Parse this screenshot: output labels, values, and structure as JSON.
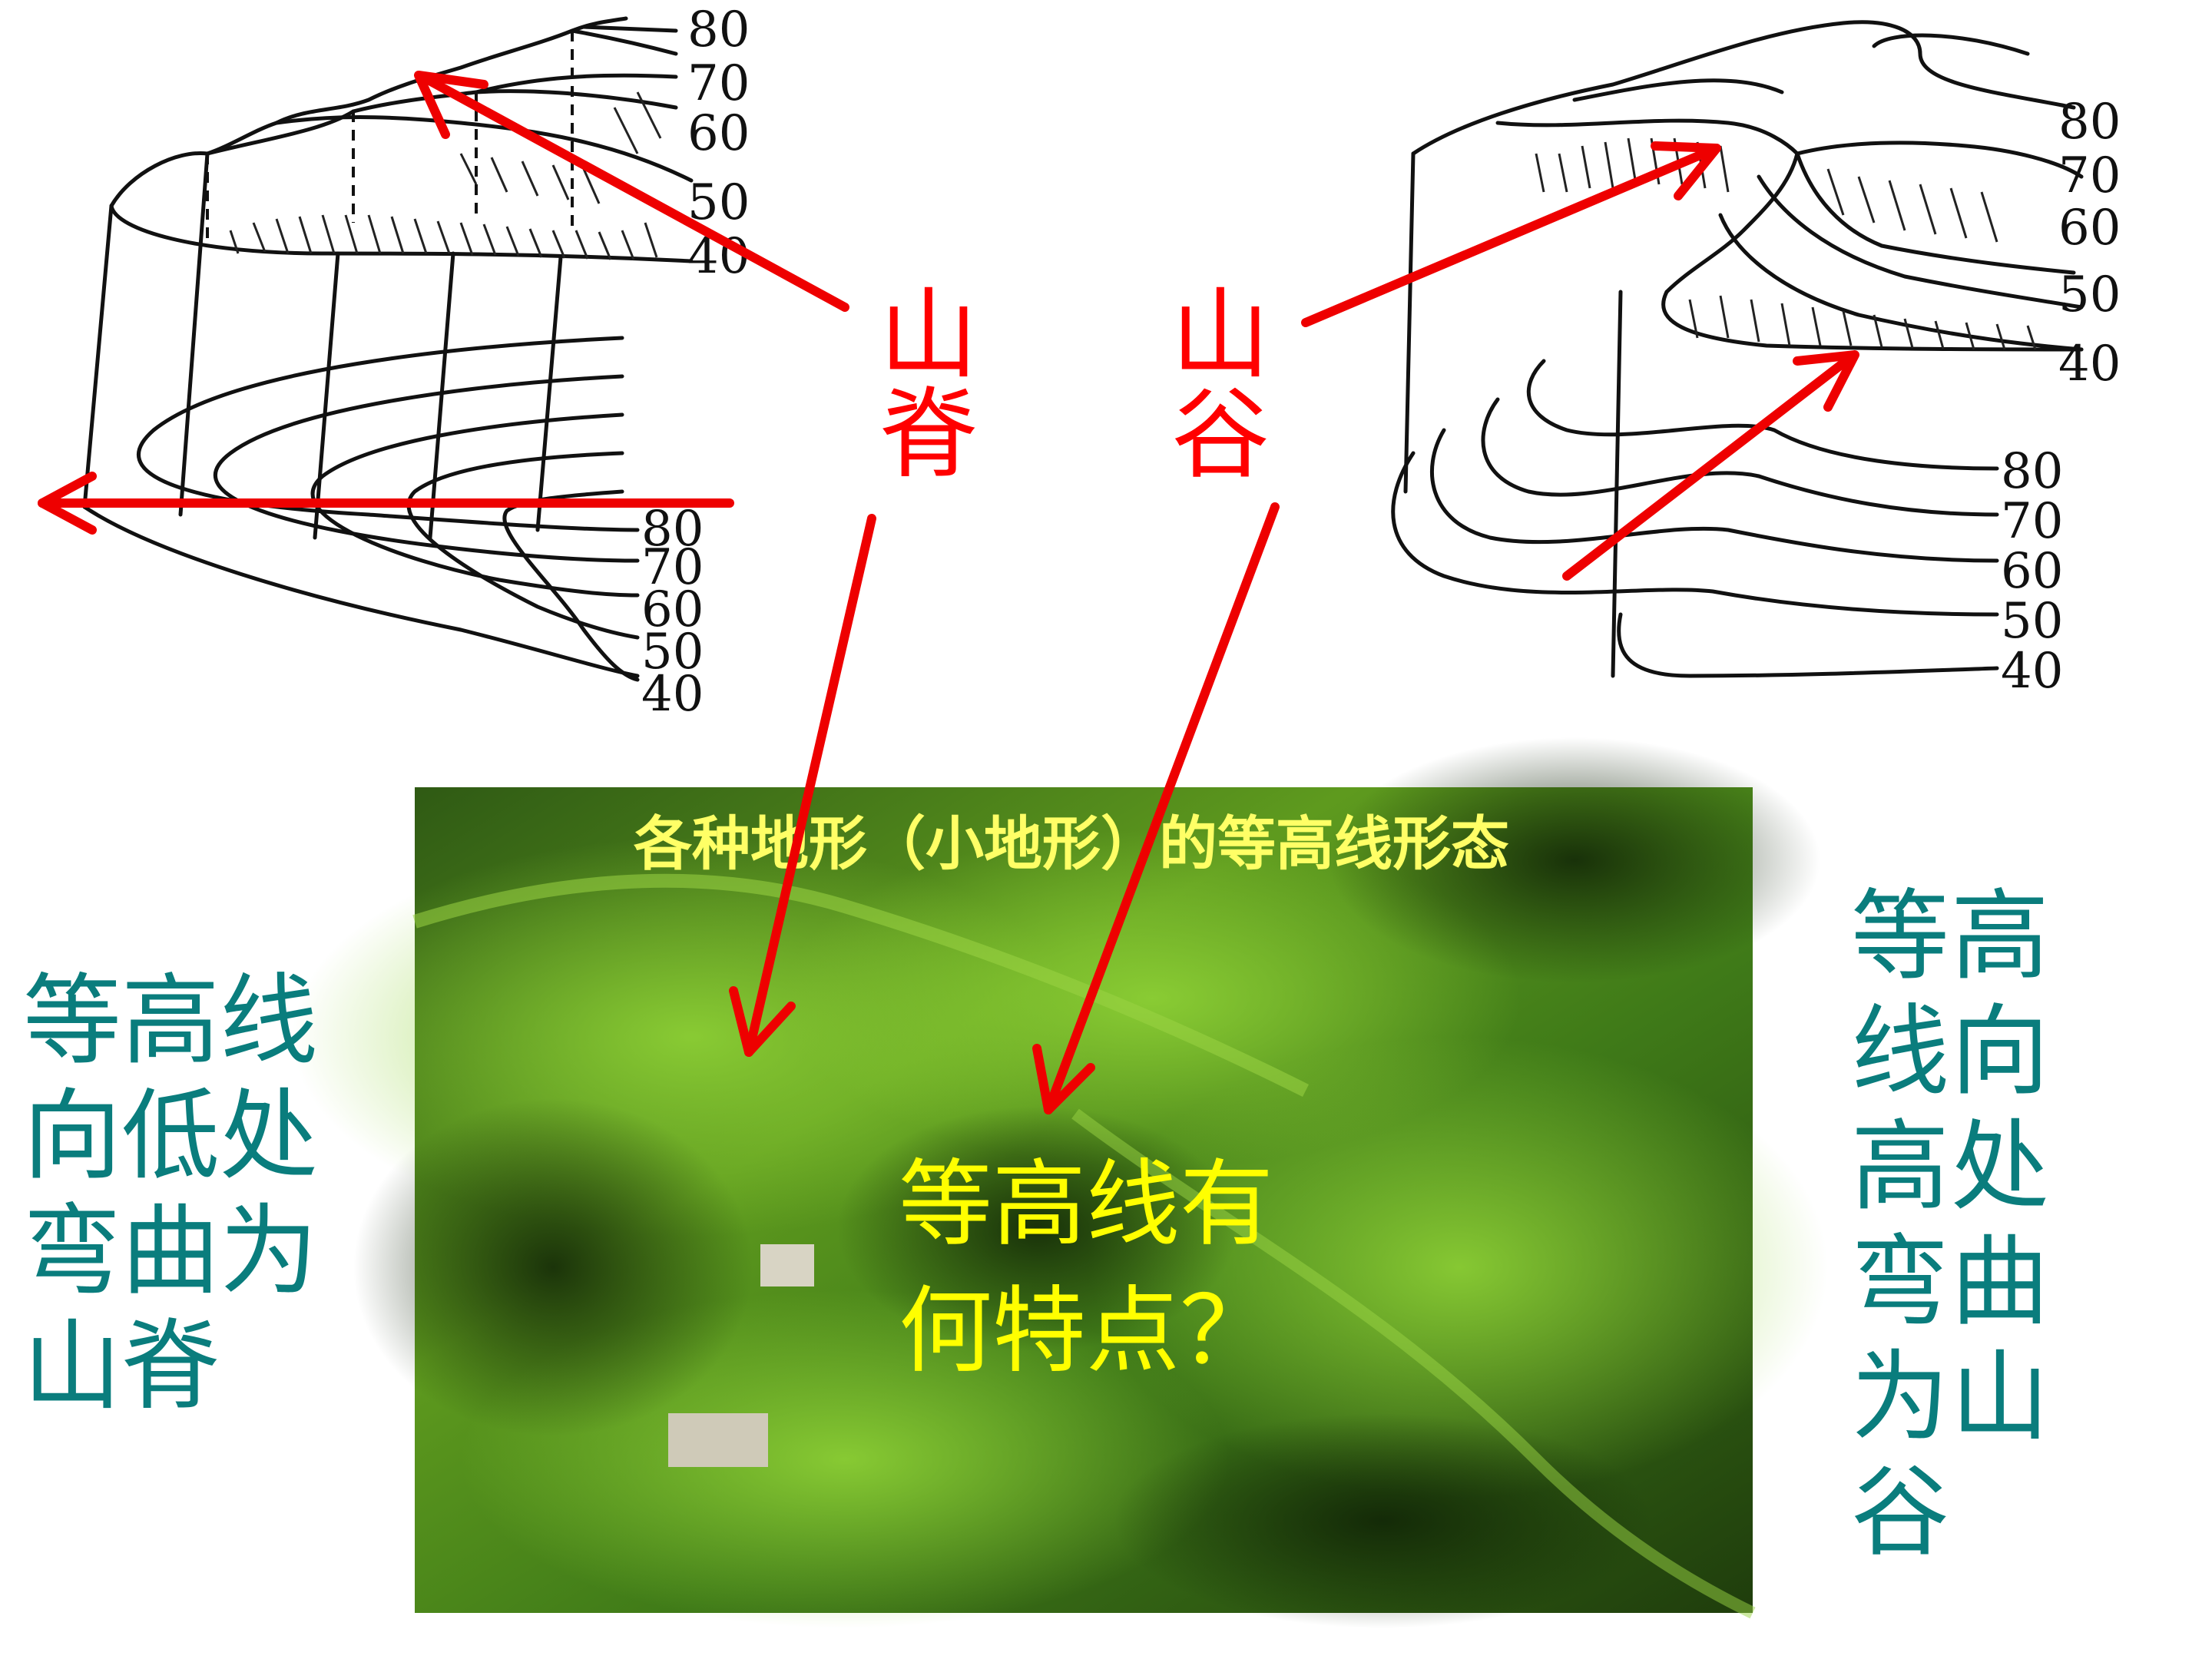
{
  "ridge_diagram": {
    "upper_elevations": [
      "80",
      "70",
      "60",
      "50",
      "40"
    ],
    "lower_elevations": [
      "80",
      "70",
      "60",
      "50",
      "40"
    ]
  },
  "valley_diagram": {
    "upper_elevations": [
      "80",
      "70",
      "60",
      "50",
      "40"
    ],
    "lower_elevations": [
      "80",
      "70",
      "60",
      "50",
      "40"
    ]
  },
  "labels": {
    "ridge": [
      "山",
      "脊"
    ],
    "valley": [
      "山",
      "谷"
    ]
  },
  "photo": {
    "title": "各种地形（小地形）的等高线形态",
    "question_lines": [
      "等高线有",
      "何特点？"
    ]
  },
  "left_note": [
    "等高线",
    "向低处",
    "弯曲为",
    "山脊"
  ],
  "right_note_columns": [
    [
      "等",
      "线",
      "高",
      "弯",
      "为",
      "谷"
    ],
    [
      "高",
      "向",
      "处",
      "曲",
      "山"
    ]
  ],
  "colors": {
    "arrow": "#ee0000",
    "label_red": "#ff0000",
    "note_teal": "#0a7d7d",
    "question_yellow": "#ffff00",
    "title_yellow": "#ffff66"
  }
}
